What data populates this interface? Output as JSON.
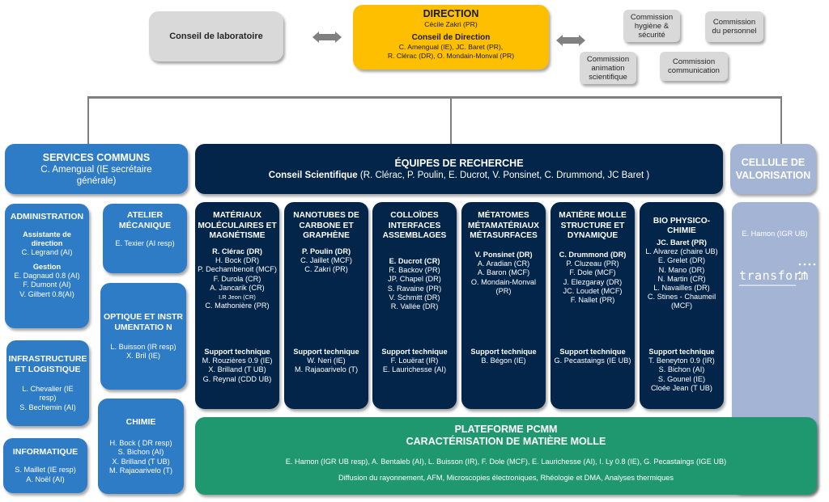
{
  "top": {
    "conseil_labo": "Conseil de laboratoire",
    "direction": {
      "title": "DIRECTION",
      "director": "Cécile Zakri (PR)",
      "council_title": "Conseil de Direction",
      "council_line1": "C. Amengual (IE), JC. Baret (PR),",
      "council_line2": "R. Clérac (DR), O. Mondain-Monval (PR)"
    },
    "commissions": [
      "Commission hygiène & sécurité",
      "Commission du personnel",
      "Commission animation scientifique",
      "Commission communication"
    ]
  },
  "services": {
    "title": "SERVICES COMMUNS",
    "subtitle": "C. Amengual (IE secrétaire générale)",
    "administration": {
      "title": "ADMINISTRATION",
      "sub1": "Assistante de direction",
      "sub1_members": [
        "C. Legrand (AI)"
      ],
      "sub2": "Gestion",
      "sub2_members": [
        "E. Dagnaud  0.8 (AI)",
        "F. Dumont (AI)",
        "V. Gilbert 0.8(AI)"
      ]
    },
    "infrastructure": {
      "title": "INFRASTRUCTURE ET LOGISTIQUE",
      "members": [
        "L. Chevalier (IE resp)",
        "S. Bechemin (AI)"
      ]
    },
    "informatique": {
      "title": "INFORMATIQUE",
      "members": [
        "S. Maillet  (IE resp)",
        "A. Noël (AI)"
      ]
    },
    "atelier": {
      "title": "ATELIER MÉCANIQUE",
      "members": [
        "E. Texier (AI resp)"
      ]
    },
    "optique": {
      "title": "OPTIQUE ET INSTRUMENTATIO N",
      "members": [
        "L. Buisson (IR resp)",
        "X. Bril  (IE)"
      ]
    },
    "chimie": {
      "title": "CHIMIE",
      "members": [
        "H. Bock ( DR resp)",
        "S. Bichon (AI)",
        "X. Brilland (T UB)",
        "M. Rajaoarivelo (T)"
      ]
    }
  },
  "research": {
    "title": "ÉQUIPES DE RECHERCHE",
    "council_label": "Conseil Scientifique",
    "council_members": " (R. Clérac, P. Poulin, E. Ducrot, V. Ponsinet, C. Drummond, JC Baret )",
    "support_label": "Support technique",
    "teams": [
      {
        "title": "MATÉRIAUX MOLÉCULAIRES ET MAGNÉTISME",
        "leader": "R. Clérac (DR)",
        "members": [
          "H. Bock (DR)",
          "P. Dechambenoit (MCF)",
          "F. Durola (CR)",
          "A. Jancarik (CR)",
          "I.R Jeon (CR)",
          "C. Mathonière (PR)"
        ],
        "support": [
          "M. Rouzières 0.9 (IE)",
          "X. Brilland (T UB)",
          "G. Reynal (CDD UB)"
        ]
      },
      {
        "title": "NANOTUBES DE CARBONE ET GRAPHÈNE",
        "leader": "P. Poulin (DR)",
        "members": [
          "C. Jaillet (MCF)",
          "C. Zakri (PR)"
        ],
        "support": [
          "W. Neri (IE)",
          "M. Rajaoarivelo (T)"
        ]
      },
      {
        "title": "COLLOÏDES INTERFACES ASSEMBLAGES",
        "leader": "E. Ducrot (CR)",
        "members": [
          "R. Backov (PR)",
          "JP. Chapel (DR)",
          "S. Ravaine (PR)",
          "V. Schmitt (DR)",
          "R. Vallée (DR)"
        ],
        "support": [
          "F. Louërat (IR)",
          "E. Laurichesse (AI)"
        ]
      },
      {
        "title": "MÉTATOMES MÉTAMATÉRIAUX MÉTASURFACES",
        "leader": "V. Ponsinet (DR)",
        "members": [
          "A. Aradian (CR)",
          "A. Baron (MCF)",
          "O. Mondain-Monval (PR)"
        ],
        "support": [
          "B. Bégon (IE)"
        ]
      },
      {
        "title": "MATIÈRE MOLLE STRUCTURE ET DYNAMIQUE",
        "leader": "C. Drummond (DR)",
        "members": [
          "P. Cluzeau (PR)",
          "F. Dole (MCF)",
          "J. Elezgaray (DR)",
          "JC. Loudet (MCF)",
          "F. Nallet (PR)"
        ],
        "support": [
          "G. Pecastaings (IE UB)"
        ]
      },
      {
        "title": "BIO PHYSICO-CHIMIE",
        "leader": "JC. Baret (PR)",
        "members": [
          "L. Alvarez (chaire UB)",
          "E. Grelet (DR)",
          "N. Mano (DR)",
          "N. Martin (CR)",
          "L. Navailles (DR)",
          "C. Stines - Chaumeil (MCF)"
        ],
        "support": [
          "T. Beneyton 0.9 (IR)",
          "S. Bichon (AI)",
          "S. Gounel (IE)",
          "Cloée Jean (T UB)"
        ]
      }
    ]
  },
  "valorisation": {
    "title": "CELLULE DE VALORISATION",
    "member": "E. Hamon (IGR UB)",
    "logo_text": "transform"
  },
  "platform": {
    "title_line1": "PLATEFORME PCMM",
    "title_line2": "CARACTÉRISATION DE MATIÈRE MOLLE",
    "members": "E. Hamon (IGR UB resp), A. Bentaleb (AI), L. Buisson (IR), F. Dole (MCF), E. Laurichesse (AI), I. Ly 0.8 (IE), G. Pecastaings (IGE UB)",
    "techniques": "Diffusion du rayonnement, AFM, Microscopies électroniques, Rhéologie et DMA, Analyses thermiques"
  },
  "colors": {
    "grey": "#d9d9d9",
    "gold": "#fdbf00",
    "blue": "#2e7bc6",
    "navy": "#022549",
    "lavender": "#a3b4d5",
    "green": "#1f9870",
    "connector": "#7f7f7f"
  }
}
